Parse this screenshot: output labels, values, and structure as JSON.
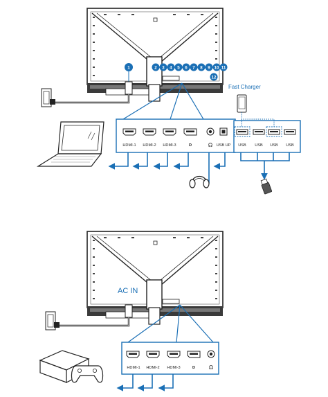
{
  "top_diagram": {
    "callout_numbers": [
      "1",
      "2",
      "3",
      "4",
      "5",
      "6",
      "7",
      "8",
      "9",
      "10",
      "11",
      "12"
    ],
    "fast_charger_label": "Fast Charger",
    "port_labels": [
      "HDMI-1",
      "HDMI-2",
      "HDMI-3",
      "D",
      "USB UP",
      "USB",
      "USB",
      "USB",
      "USB"
    ],
    "usb_sub_label": "USB"
  },
  "bottom_diagram": {
    "ac_in_label": "AC IN",
    "port_labels": [
      "HDMI-1",
      "HDMI-2",
      "HDMI-3",
      "D"
    ]
  },
  "colors": {
    "accent": "#1a6fb5",
    "line": "#222222",
    "bezel": "#3a3a3a"
  },
  "icons": [
    "monitor-back",
    "power-outlet",
    "power-cable",
    "laptop",
    "headphones",
    "usb-stick",
    "smartphone",
    "game-console",
    "gamepad",
    "hdmi-port",
    "displayport",
    "audio-jack",
    "usb-port",
    "arrow"
  ]
}
